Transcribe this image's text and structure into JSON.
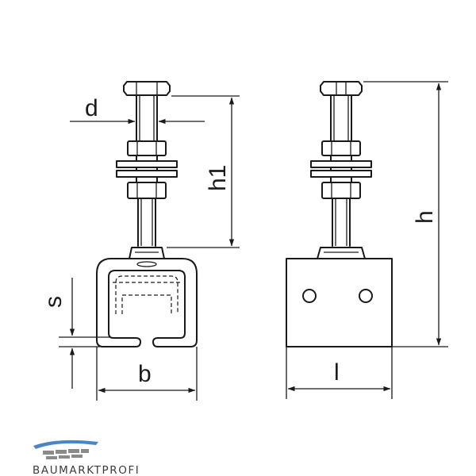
{
  "labels": {
    "d": "d",
    "h1": "h1",
    "h": "h",
    "s": "s",
    "b": "b",
    "l": "l"
  },
  "brand": {
    "name": "BAUMARKTPROFI",
    "accent_color": "#4a86c5",
    "text_color": "#3d3d3d"
  },
  "line_color": "#1a1a1a"
}
